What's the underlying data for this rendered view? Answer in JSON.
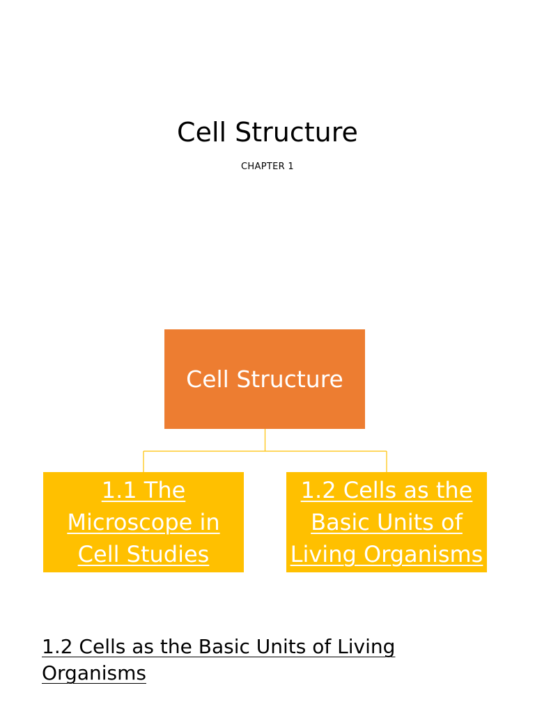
{
  "header": {
    "title": "Cell Structure",
    "subtitle": "CHAPTER 1"
  },
  "diagram": {
    "root": {
      "label": "Cell Structure"
    },
    "children": [
      {
        "label": "1.1 The Microscope in Cell Studies"
      },
      {
        "label": "1.2 Cells as the Basic Units of Living Organisms"
      }
    ],
    "colors": {
      "root": "#ed7d31",
      "children": "#ffc000",
      "connector": "#ffc000",
      "text": "#ffffff"
    }
  },
  "section": {
    "heading": "1.2 Cells as the Basic Units of Living Organisms"
  }
}
